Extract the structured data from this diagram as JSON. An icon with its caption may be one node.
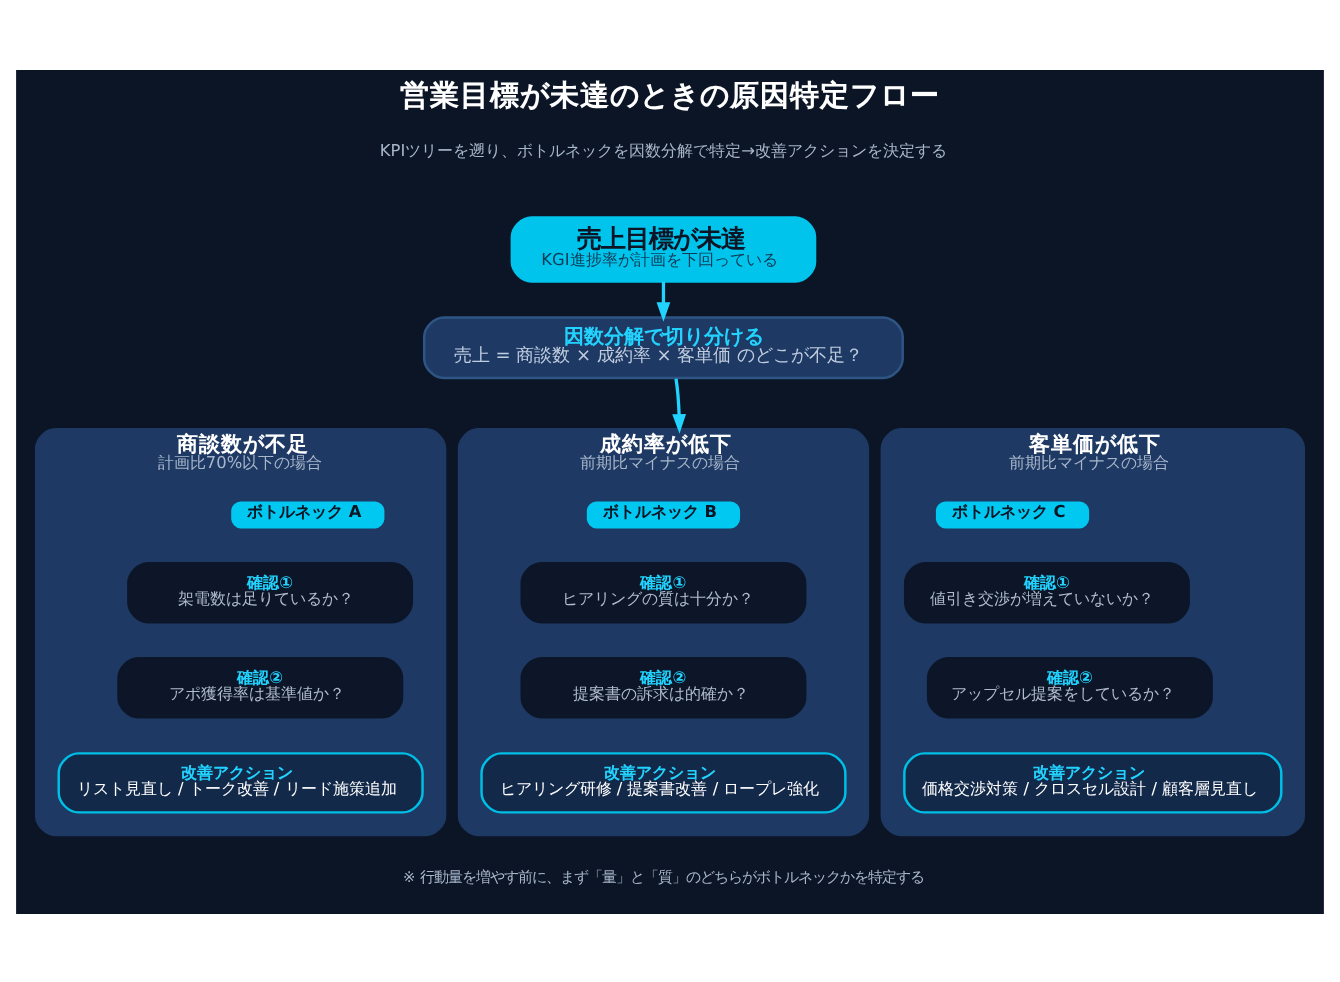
{
  "diagram": {
    "title": "営業目標が未達のときの原因特定フロー",
    "nodes": [
      {
        "text": [
          "売上目標が未達",
          "KGI進捗率が計画を下回っている"
        ]
      },
      {
        "text": [
          "因数分解で切り分ける",
          "売上 = 商談数 × 成約率 × 客単価 のどこが不足？"
        ]
      },
      {
        "text": [
          "商談数が不足",
          "計画比70%以下の場合"
        ]
      },
      {
        "text": [
          "ボトルネック A"
        ],
        "in": 2
      },
      {
        "text": [
          "確認①",
          "架電数は足りているか？"
        ],
        "in": 2
      },
      {
        "text": [
          "確認②",
          "アポ獲得率は基準値か？"
        ],
        "in": 2
      },
      {
        "text": [
          "改善アクション",
          "リスト見直し / トーク改善 / リード施策追加"
        ],
        "in": 2
      },
      {
        "text": [
          "成約率が低下",
          "前期比マイナスの場合"
        ]
      },
      {
        "text": [
          "ボトルネック B"
        ],
        "in": 7
      },
      {
        "text": [
          "確認①",
          "ヒアリングの質は十分か？"
        ],
        "in": 7
      },
      {
        "text": [
          "確認②",
          "提案書の訴求は的確か？"
        ],
        "in": 7
      },
      {
        "text": [
          "改善アクション",
          "ヒアリング研修 / 提案書改善 / ロープレ強化"
        ],
        "in": 7
      },
      {
        "text": [
          "客単価が低下",
          "前期比マイナスの場合"
        ]
      },
      {
        "text": [
          "ボトルネック C"
        ],
        "in": 12
      },
      {
        "text": [
          "確認①",
          "値引き交渉が増えていないか？"
        ],
        "in": 12
      },
      {
        "text": [
          "確認②",
          "アップセル提案をしているか？"
        ],
        "in": 12
      },
      {
        "text": [
          "改善アクション",
          "価格交渉対策 / クロスセル設計 / 顧客層見直し"
        ],
        "in": 12
      }
    ],
    "edges": [
      {
        "from": 0,
        "to": 1,
        "arrow": "to"
      },
      {
        "from": 1,
        "to": 7,
        "arrow": "to"
      }
    ],
    "labels": [
      "KPIツリーを遡り、ボトルネックを因数分解で特定→改善アクションを決定する",
      "※ 行動量を増やす前に、まず「量」と「質」のどちらがボトルネックかを特定する"
    ]
  }
}
